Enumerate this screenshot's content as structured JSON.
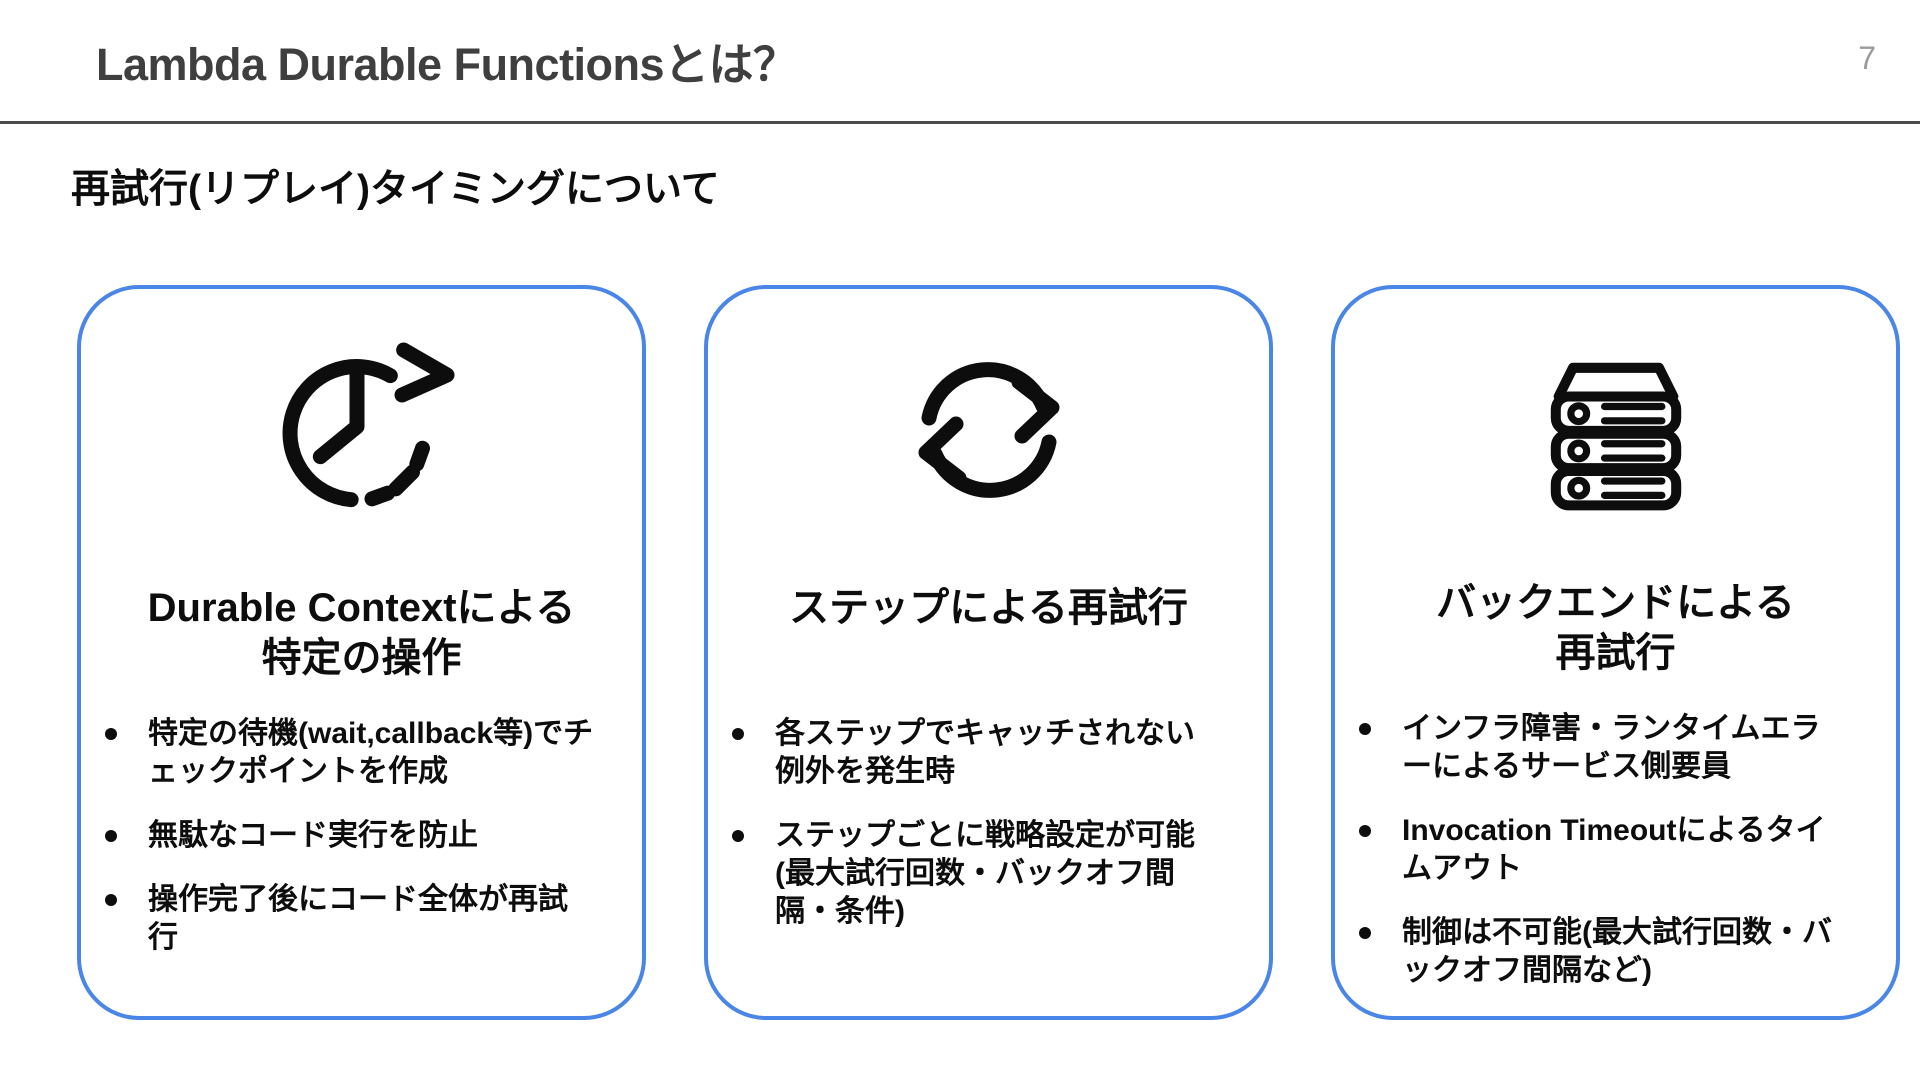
{
  "header": {
    "title": "Lambda Durable Functionsとは？",
    "page_number": "7"
  },
  "subtitle": "再試行(リプレイ)タイミングについて",
  "cards": [
    {
      "icon": "clock-history-icon",
      "title_lines": [
        "Durable Contextによる",
        "特定の操作"
      ],
      "bullets": [
        "特定の待機(wait,callback等)でチェックポイントを作成",
        "無駄なコード実行を防止",
        "操作完了後にコード全体が再試行"
      ]
    },
    {
      "icon": "refresh-cycle-icon",
      "title_lines": [
        "ステップによる再試行"
      ],
      "bullets": [
        "各ステップでキャッチされない例外を発生時",
        "ステップごとに戦略設定が可能(最大試行回数・バックオフ間隔・条件)"
      ]
    },
    {
      "icon": "server-stack-icon",
      "title_lines": [
        "バックエンドによる",
        "再試行"
      ],
      "bullets": [
        "インフラ障害・ランタイムエラーによるサービス側要員",
        "Invocation Timeoutによるタイムアウト",
        "制御は不可能(最大試行回数・バックオフ間隔など)"
      ]
    }
  ],
  "colors": {
    "card_border": "#4a86e8",
    "header_text": "#3f3f3f",
    "body_text": "#0d0d0d",
    "divider": "#4b4b4b",
    "page_number": "#9b9b9b"
  }
}
